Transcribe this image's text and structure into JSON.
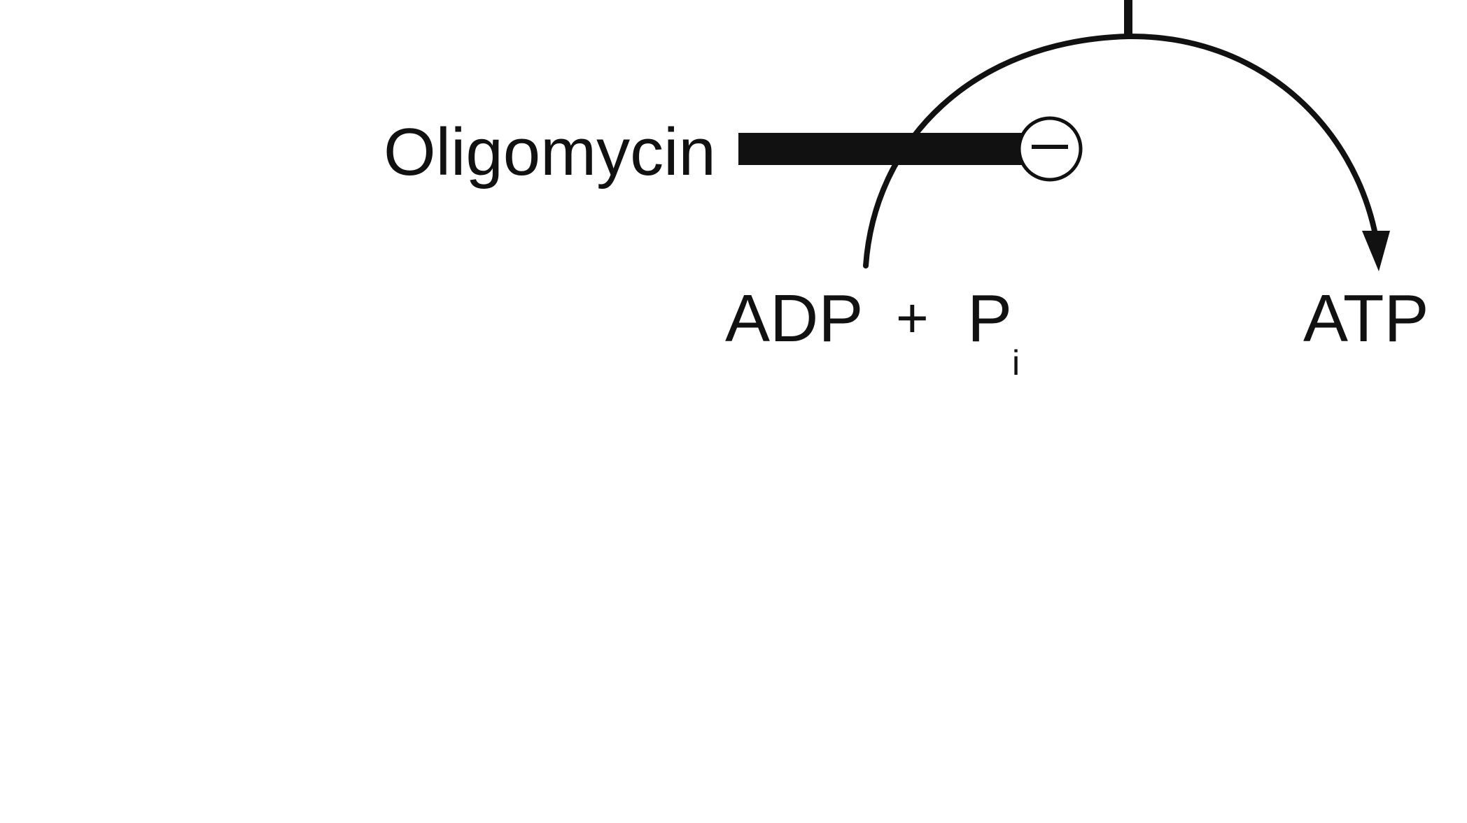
{
  "labels": {
    "inhibitor": "Oligomycin",
    "substrate_1": "ADP",
    "plus": "+",
    "substrate_2": "P",
    "substrate_2_subscript": "i",
    "product": "ATP",
    "inhibition_sign": "−"
  },
  "colors": {
    "ink": "#111111",
    "background": "#ffffff"
  },
  "icons": {
    "inhibition_marker": "circled-minus-icon",
    "reaction_arrowhead": "arrowhead-icon"
  }
}
